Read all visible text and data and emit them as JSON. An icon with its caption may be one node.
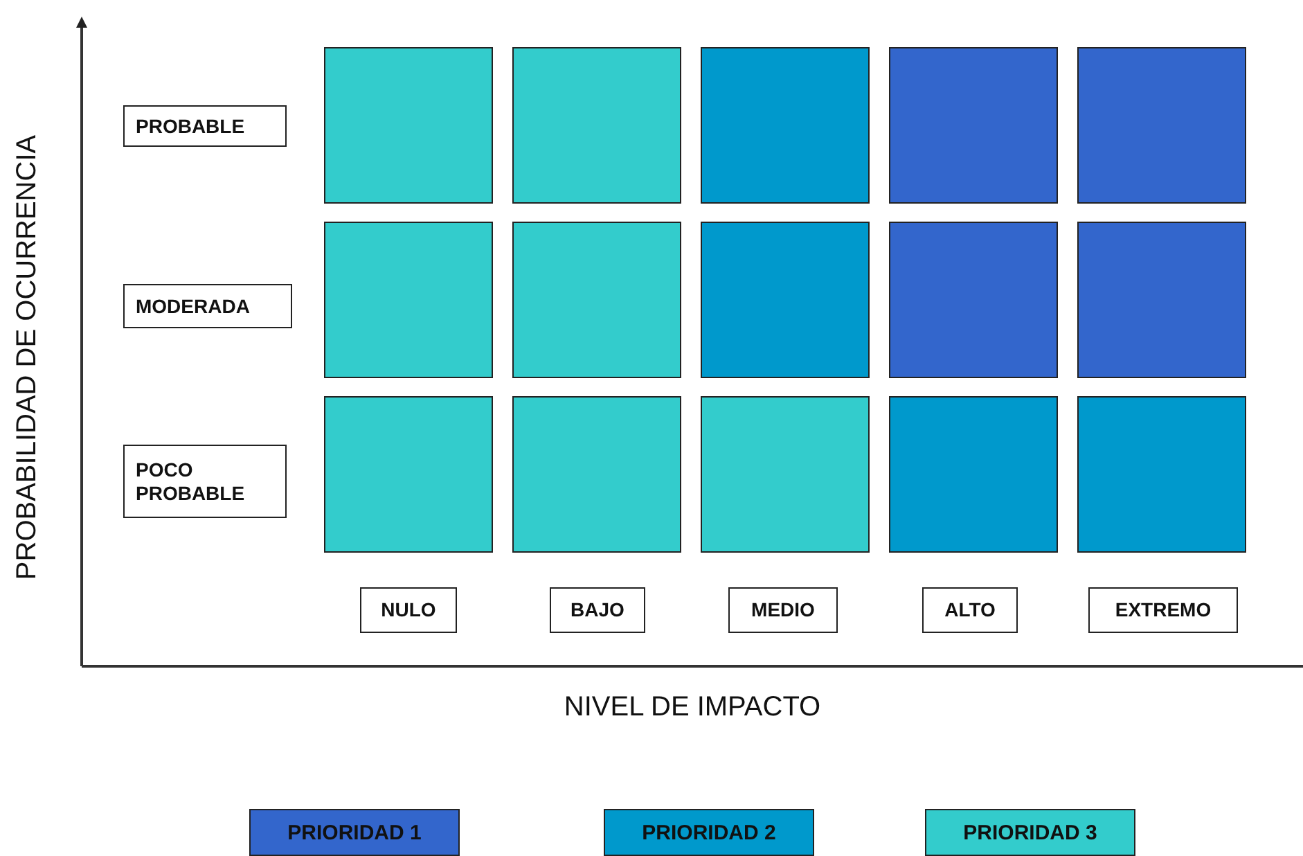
{
  "diagram": {
    "nodes": [
      {
        "text": [
          "PROBABLE"
        ]
      },
      {
        "text": [
          "MODERADA"
        ]
      },
      {
        "text": [
          "POCO PROBABLE"
        ]
      },
      {
        "text": [],
        "shape": "box"
      },
      {
        "text": [],
        "shape": "box"
      },
      {
        "text": [],
        "shape": "box"
      },
      {
        "text": [],
        "shape": "box"
      },
      {
        "text": [],
        "shape": "box"
      },
      {
        "text": [],
        "shape": "box"
      },
      {
        "text": [],
        "shape": "box"
      },
      {
        "text": [],
        "shape": "box"
      },
      {
        "text": [],
        "shape": "box"
      },
      {
        "text": [],
        "shape": "box"
      },
      {
        "text": [],
        "shape": "box"
      },
      {
        "text": [],
        "shape": "box"
      },
      {
        "text": [],
        "shape": "box"
      },
      {
        "text": [],
        "shape": "box"
      },
      {
        "text": [],
        "shape": "box"
      },
      {
        "text": [
          "NULO"
        ]
      },
      {
        "text": [
          "BAJO"
        ]
      },
      {
        "text": [
          "MEDIO"
        ]
      },
      {
        "text": [
          "ALTO"
        ]
      },
      {
        "text": [
          "EXTREMO"
        ]
      }
    ],
    "edges": [],
    "labels": [
      "PROBABILIDAD DE OCURRENCIA",
      "NIVEL DE IMPACTO"
    ],
    "legend": [
      {
        "text": "PRIORIDAD 1",
        "color": "#3366cc"
      },
      {
        "text": "PRIORIDAD 2",
        "color": "#0099cc"
      },
      {
        "text": "PRIORIDAD 3",
        "color": "#33cccc"
      }
    ]
  }
}
